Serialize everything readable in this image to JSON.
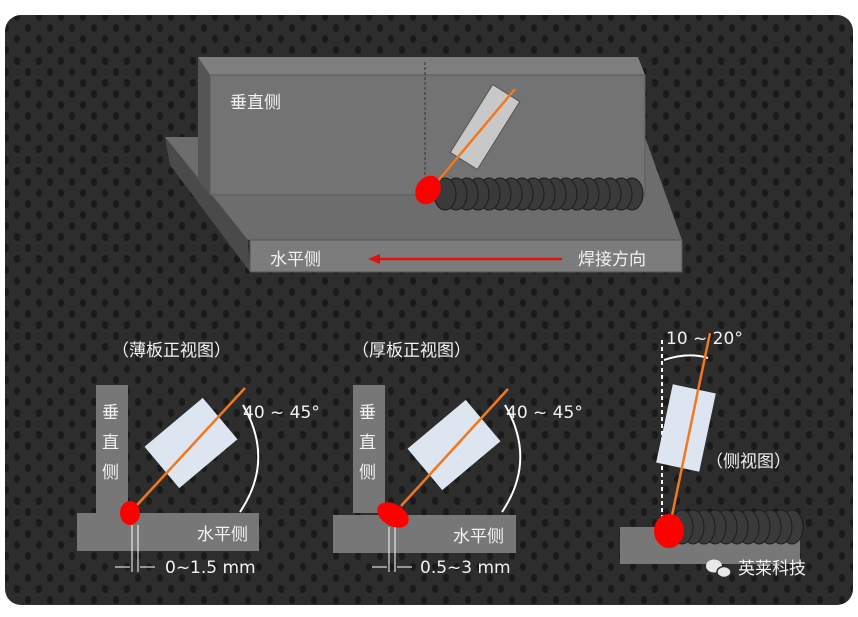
{
  "top_view": {
    "vertical_side": "垂直侧",
    "horizontal_side": "水平侧",
    "welding_direction": "焊接方向"
  },
  "thin_plate": {
    "caption": "（薄板正视图）",
    "vertical_chars": [
      "垂",
      "直",
      "侧"
    ],
    "horizontal_side": "水平侧",
    "angle": "40 ~ 45°",
    "gap": "0~1.5 mm"
  },
  "thick_plate": {
    "caption": "（厚板正视图）",
    "vertical_chars": [
      "垂",
      "直",
      "侧"
    ],
    "horizontal_side": "水平侧",
    "angle": "40 ~ 45°",
    "gap": "0.5~3 mm"
  },
  "side_view": {
    "caption": "（侧视图）",
    "angle": "10 ~ 20°"
  },
  "watermark": "英莱科技",
  "colors": {
    "background": "#2b2b2b",
    "plate": "#7a7a7a",
    "arc": "#ff0000",
    "wire": "#f07820",
    "torch": "#dde6f0"
  }
}
